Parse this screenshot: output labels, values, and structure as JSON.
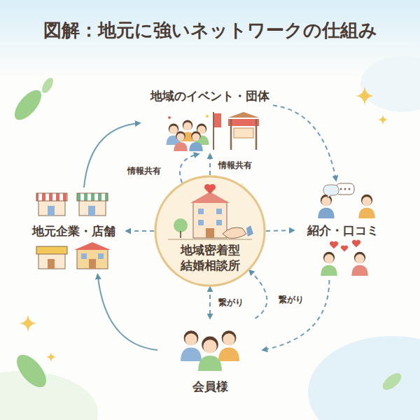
{
  "diagram": {
    "title": "図解：地元に強いネットワークの仕組み",
    "nodes": [
      {
        "text": [
          "地域のイベント・団体"
        ]
      },
      {
        "text": [
          "地元企業・店舗"
        ]
      },
      {
        "text": [
          "地域密着型 結婚相談所"
        ]
      },
      {
        "text": [
          "紹介・口コミ"
        ]
      },
      {
        "text": [
          "会員様"
        ]
      }
    ],
    "edges": [
      {
        "from": 0,
        "to": 3,
        "arrow": "to"
      },
      {
        "from": 3,
        "to": 4,
        "arrow": "to"
      },
      {
        "from": 4,
        "to": 1,
        "arrow": "to"
      },
      {
        "from": 1,
        "to": 0,
        "arrow": "to"
      },
      {
        "from": 2,
        "to": 0,
        "label": "情報共有",
        "arrow": "to"
      },
      {
        "from": 2,
        "to": 0,
        "label": "情報共有",
        "arrow": "to"
      },
      {
        "from": 2,
        "to": 1,
        "arrow": "to"
      },
      {
        "from": 2,
        "to": 3,
        "arrow": "to"
      },
      {
        "from": 2,
        "to": 4,
        "label": "繋がり",
        "arrow": "both"
      },
      {
        "from": 4,
        "to": 2,
        "label": "繋がり",
        "arrow": "to"
      }
    ]
  }
}
